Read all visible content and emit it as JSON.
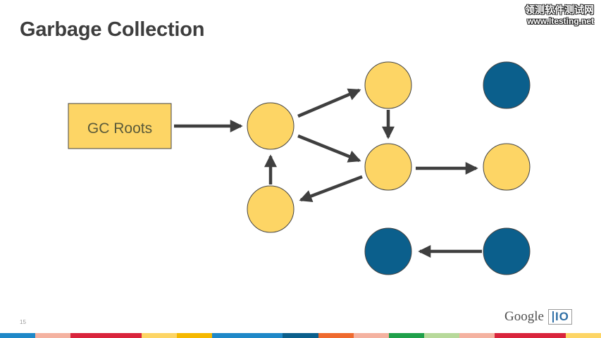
{
  "slide": {
    "title": "Garbage Collection",
    "page_number": "15"
  },
  "watermark": {
    "line1": "领测软件测试网",
    "line2": "www.ltesting.net"
  },
  "diagram": {
    "roots_label": "GC Roots",
    "colors": {
      "reachable": "#fdd565",
      "unreachable": "#0b5f8c",
      "roots_box": "#fdd565",
      "arrow": "#3f3f3f",
      "outline": "#444444"
    },
    "nodes": [
      {
        "id": "n1",
        "state": "reachable"
      },
      {
        "id": "n2",
        "state": "reachable"
      },
      {
        "id": "n3",
        "state": "reachable"
      },
      {
        "id": "n4",
        "state": "reachable"
      },
      {
        "id": "n5",
        "state": "unreachable"
      },
      {
        "id": "n6",
        "state": "reachable"
      },
      {
        "id": "n7",
        "state": "unreachable"
      },
      {
        "id": "n8",
        "state": "unreachable"
      }
    ],
    "edges": [
      {
        "from": "roots",
        "to": "n1"
      },
      {
        "from": "n1",
        "to": "n2"
      },
      {
        "from": "n1",
        "to": "n3"
      },
      {
        "from": "n2",
        "to": "n3"
      },
      {
        "from": "n3",
        "to": "n4"
      },
      {
        "from": "n4",
        "to": "n1"
      },
      {
        "from": "n3",
        "to": "n6"
      },
      {
        "from": "n8",
        "to": "n7"
      }
    ]
  },
  "logo": {
    "google": "Google",
    "io": "IO"
  },
  "footer_colors": [
    "#1e88c8",
    "#f4b2a0",
    "#d9243c",
    "#d9243c",
    "#fdd565",
    "#f5b800",
    "#1e88c8",
    "#1e88c8",
    "#0b5f8c",
    "#ef6a2e",
    "#f4b2a0",
    "#1fa04a",
    "#b7d99a",
    "#f4b2a0",
    "#d9243c",
    "#d9243c",
    "#fdd565"
  ]
}
